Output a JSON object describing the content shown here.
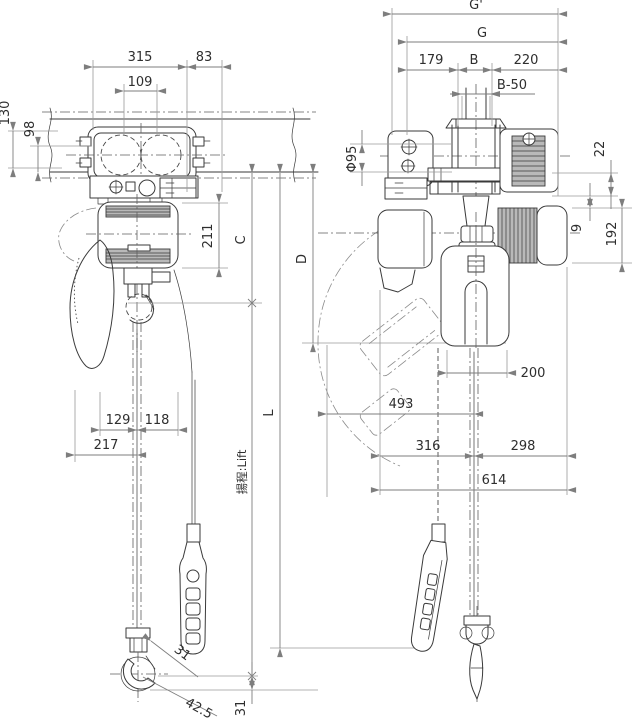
{
  "drawing_type": "electric chain hoist with motorized trolley - dimension drawing",
  "colors": {
    "object_line": "#3a3a3a",
    "dimension_line": "#7e7e7e",
    "fin_fill": "#b9b9b9",
    "background": "#ffffff"
  },
  "front_view": {
    "dim_trolley_width": "315",
    "dim_side_offset": "83",
    "dim_flange_gap": "109",
    "dim_height_130": "130",
    "dim_height_98": "98",
    "dim_body_height": "211",
    "dim_headroom": "C",
    "dim_d": "D",
    "dim_total_length": "L",
    "lift_label": "揚程:Lift",
    "dim_chain_left": "129",
    "dim_chain_right": "118",
    "dim_hook_offset": "217",
    "dim_hook_radius": "31",
    "dim_hook_opening": "42.5",
    "dim_hook_bottom": "31"
  },
  "side_view": {
    "dim_g_prime": "G'",
    "dim_g": "G",
    "dim_left_179": "179",
    "dim_flange_b": "B",
    "dim_right_220": "220",
    "dim_b_minus_50": "B-50",
    "dim_wheel_dia": "Φ95",
    "dim_clearance_22": "22",
    "dim_gap_9": "9",
    "dim_motor_height": "192",
    "dim_width_200": "200",
    "dim_width_493": "493",
    "dim_width_316": "316",
    "dim_width_298": "298",
    "dim_width_614": "614"
  }
}
